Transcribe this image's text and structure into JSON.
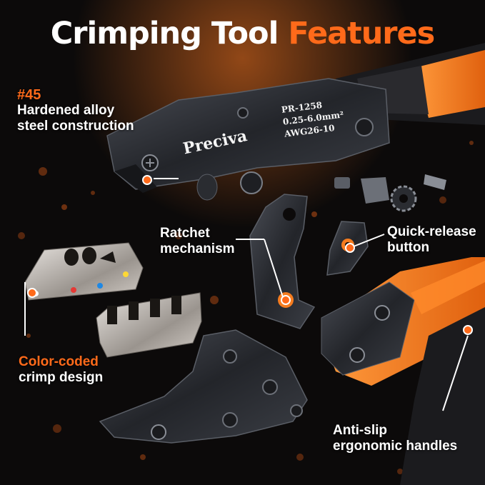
{
  "title": {
    "part1": "Crimping Tool",
    "part2": "Features"
  },
  "tool": {
    "brand": "Preciva",
    "model": "PR-1258",
    "range": "0.25-6.0mm²",
    "gauge": "AWG26-10"
  },
  "callouts": {
    "steel": {
      "number": "#45",
      "line1": "Hardened alloy",
      "line2": "steel construction"
    },
    "ratchet": {
      "line1": "Ratchet",
      "line2": "mechanism"
    },
    "release": {
      "line1": "Quick-release",
      "line2": "button"
    },
    "crimp": {
      "line1": "Color-coded",
      "line2": "crimp design"
    },
    "handles": {
      "line1": "Anti-slip",
      "line2": "ergonomic handles"
    }
  },
  "colors": {
    "accent": "#ff6a1a",
    "background": "#0c0a0a",
    "handle_orange": "#f57c1f",
    "metal_dark": "#2a2c31"
  },
  "die_dot_colors": [
    "#ffffff",
    "#e53935",
    "#1e88e5",
    "#fdd835"
  ]
}
